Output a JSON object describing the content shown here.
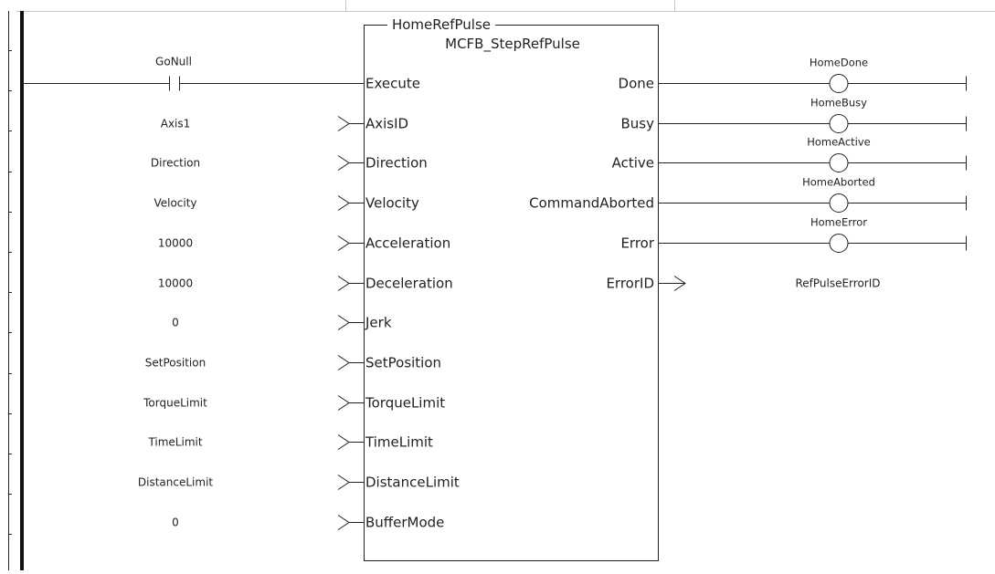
{
  "function_block": {
    "instance_name": "HomeRefPulse",
    "type_name": "MCFB_StepRefPulse",
    "inputs": [
      {
        "pin": "Execute",
        "value": "GoNull",
        "kind": "contact"
      },
      {
        "pin": "AxisID",
        "value": "Axis1",
        "kind": "variable"
      },
      {
        "pin": "Direction",
        "value": "Direction",
        "kind": "variable"
      },
      {
        "pin": "Velocity",
        "value": "Velocity",
        "kind": "variable"
      },
      {
        "pin": "Acceleration",
        "value": "10000",
        "kind": "variable"
      },
      {
        "pin": "Deceleration",
        "value": "10000",
        "kind": "variable"
      },
      {
        "pin": "Jerk",
        "value": "0",
        "kind": "variable"
      },
      {
        "pin": "SetPosition",
        "value": "SetPosition",
        "kind": "variable"
      },
      {
        "pin": "TorqueLimit",
        "value": "TorqueLimit",
        "kind": "variable"
      },
      {
        "pin": "TimeLimit",
        "value": "TimeLimit",
        "kind": "variable"
      },
      {
        "pin": "DistanceLimit",
        "value": "DistanceLimit",
        "kind": "variable"
      },
      {
        "pin": "BufferMode",
        "value": "0",
        "kind": "variable"
      }
    ],
    "outputs": [
      {
        "pin": "Done",
        "value": "HomeDone",
        "kind": "coil"
      },
      {
        "pin": "Busy",
        "value": "HomeBusy",
        "kind": "coil"
      },
      {
        "pin": "Active",
        "value": "HomeActive",
        "kind": "coil"
      },
      {
        "pin": "CommandAborted",
        "value": "HomeAborted",
        "kind": "coil"
      },
      {
        "pin": "Error",
        "value": "HomeError",
        "kind": "coil"
      },
      {
        "pin": "ErrorID",
        "value": "RefPulseErrorID",
        "kind": "variable"
      }
    ]
  }
}
